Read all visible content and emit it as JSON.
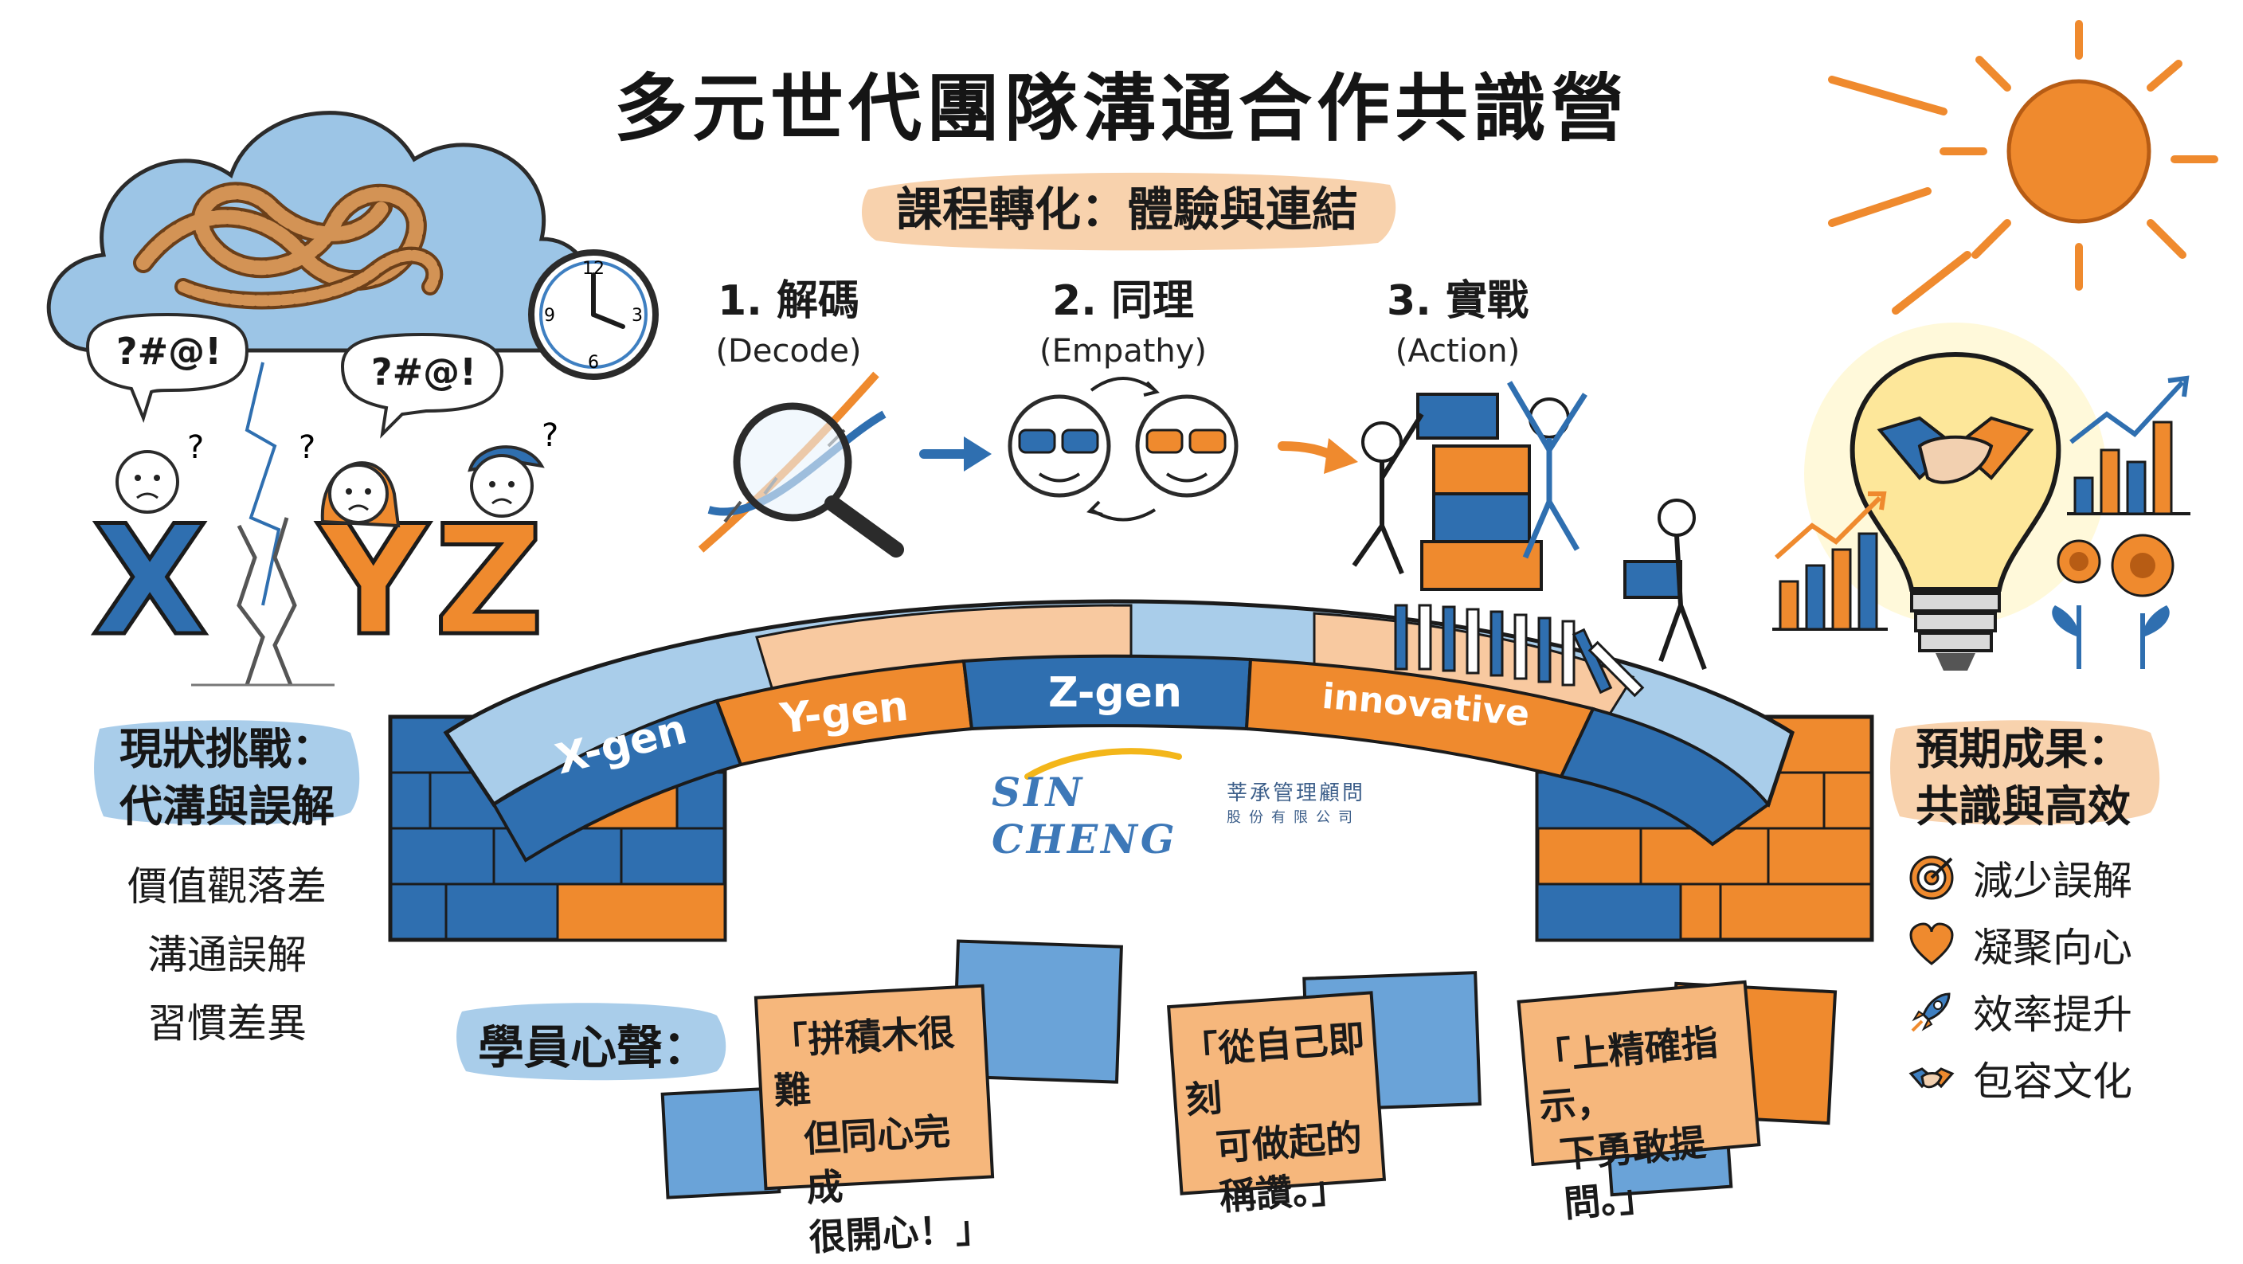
{
  "title": "多元世代團隊溝通合作共識營",
  "subtitle": "課程轉化：體驗與連結",
  "steps": [
    {
      "label": "1. 解碼",
      "en": "(Decode)"
    },
    {
      "label": "2. 同理",
      "en": "(Empathy)"
    },
    {
      "label": "3. 實戰",
      "en": "(Action)"
    }
  ],
  "challenge": {
    "title_line1": "現狀挑戰：",
    "title_line2": "代溝與誤解",
    "items": [
      "價值觀落差",
      "溝通誤解",
      "習慣差異"
    ],
    "bubble_text": "?#@!",
    "letters": [
      "X",
      "Y",
      "Z"
    ]
  },
  "bridge": {
    "labels": [
      "X-gen",
      "Y-gen",
      "Z-gen",
      "innovative"
    ]
  },
  "logo": {
    "en": "SIN CHENG",
    "zh": "莘承管理顧問",
    "zh_sub": "股份有限公司"
  },
  "results": {
    "title_line1": "預期成果：",
    "title_line2": "共識與高效",
    "items": [
      {
        "label": "減少誤解",
        "icon": "target-icon"
      },
      {
        "label": "凝聚向心",
        "icon": "heart-icon"
      },
      {
        "label": "效率提升",
        "icon": "rocket-icon"
      },
      {
        "label": "包容文化",
        "icon": "handshake-icon"
      }
    ]
  },
  "voices": {
    "title": "學員心聲：",
    "notes": [
      {
        "lines": [
          "「拼積木很難",
          "但同心完成",
          "很開心！」"
        ]
      },
      {
        "lines": [
          "「從自己即刻",
          "可做起的",
          "稱讚。」"
        ]
      },
      {
        "lines": [
          "「上精確指示，",
          "下勇敢提問。」"
        ]
      }
    ]
  },
  "colors": {
    "blue": "#3e7fc1",
    "orange": "#ef8a2e",
    "light_blue": "#a9cdea",
    "light_orange": "#f8d2ad",
    "dark": "#1d1d1d"
  }
}
